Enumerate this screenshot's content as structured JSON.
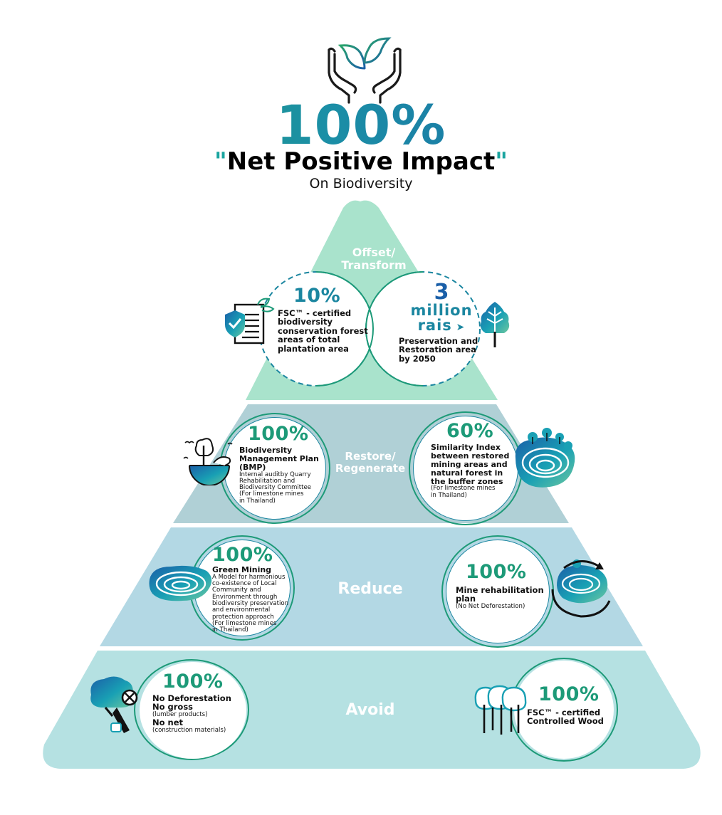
{
  "header": {
    "percent": "100%",
    "title_quote_open": "\"",
    "title_text": "Net Positive Impact",
    "title_quote_close": "\"",
    "subtitle": "On Biodiversity",
    "icon": "hands-sprout-icon"
  },
  "tiers": {
    "offset": {
      "label_line1": "Offset/",
      "label_line2": "Transform",
      "left": {
        "percent": "10%",
        "text_lines": [
          "FSC™ - certified",
          "biodiversity",
          "conservation forest",
          "areas of total",
          "plantation area"
        ],
        "icon": "certified-document-icon"
      },
      "right": {
        "big_number": "3",
        "big_word": "million",
        "unit": "rais",
        "text_lines": [
          "Preservation and",
          "Restoration area",
          "by 2050"
        ],
        "icon": "tree-icon"
      }
    },
    "restore": {
      "label_line1": "Restore/",
      "label_line2": "Regenerate",
      "left": {
        "percent": "100%",
        "bold_lines": [
          "Biodiversity",
          "Management Plan",
          "(BMP)"
        ],
        "small_lines": [
          "Internal auditby Quarry",
          "Rehabilitation and",
          "Biodiversity Committee",
          "(For limestone mines",
          "in Thailand)"
        ],
        "icon": "earth-tree-icon"
      },
      "right": {
        "percent": "60%",
        "bold_lines": [
          "Similarity Index",
          "between restored",
          "mining areas and",
          "natural forest in",
          "the buffer zones"
        ],
        "small_lines": [
          "(For limestone mines",
          "in Thailand)"
        ],
        "icon": "hand-quarry-icon"
      }
    },
    "reduce": {
      "label": "Reduce",
      "left": {
        "percent": "100%",
        "bold_lines": [
          "Green Mining"
        ],
        "small_lines": [
          "A Model for harmonious",
          "co-existence of Local",
          "Community and",
          "Environment through",
          "biodiversity preservation",
          "and environmental",
          "protection approach",
          "(For limestone mines",
          "in Thailand)"
        ],
        "icon": "quarry-icon"
      },
      "right": {
        "percent": "100%",
        "bold_lines": [
          "Mine rehabilitation",
          "plan"
        ],
        "small_lines": [
          "(No Net Deforestation)"
        ],
        "icon": "quarry-cycle-icon"
      }
    },
    "avoid": {
      "label": "Avoid",
      "left": {
        "percent": "100%",
        "bold1": "No Deforestation",
        "bold2": "No gross",
        "small1": "(lumber products)",
        "bold3": "No net",
        "small2": "(construction materials)",
        "icon": "no-deforestation-icon"
      },
      "right": {
        "percent": "100%",
        "text_lines": [
          "FSC™ - certified",
          "Controlled Wood"
        ],
        "icon": "forest-icon"
      }
    }
  },
  "colors": {
    "tier_offset": "#a9e3cc",
    "tier_restore": "#b0d0d6",
    "tier_reduce": "#b3d8e4",
    "tier_avoid": "#b5e1e2",
    "accent_green": "#1d9a78",
    "accent_blue": "#1a5fa8",
    "accent_teal": "#1b86a0"
  }
}
